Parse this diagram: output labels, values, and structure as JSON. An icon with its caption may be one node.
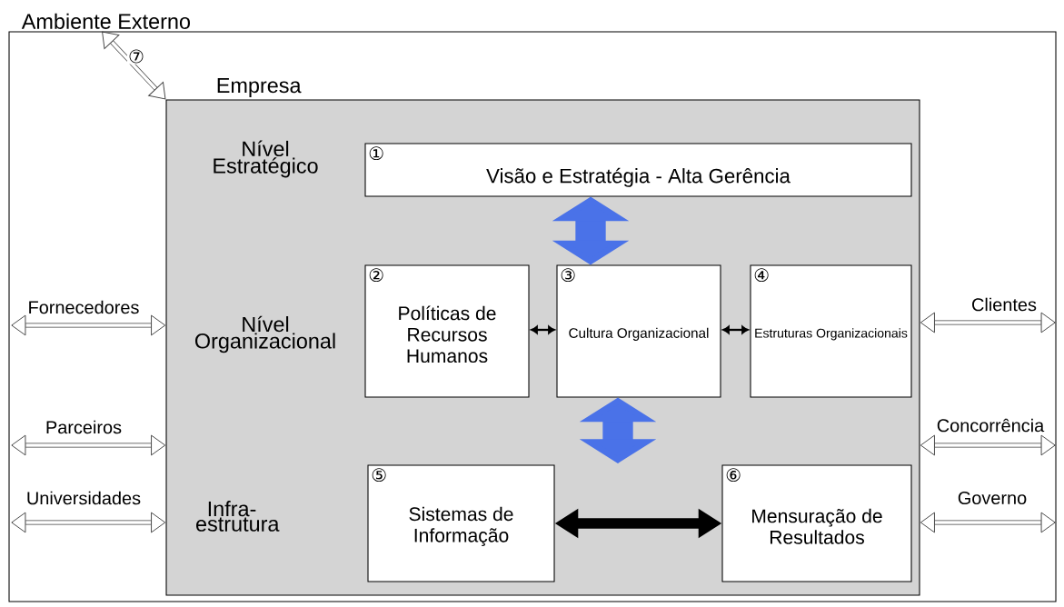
{
  "diagram": {
    "nodes": [
      {
        "text": [
          "Ambiente Externo"
        ]
      },
      {
        "text": [
          "Empresa"
        ],
        "in": 0
      },
      {
        "text": [
          "①",
          "Visão e Estratégia - Alta Gerência"
        ],
        "in": 1
      },
      {
        "text": [
          "②",
          "Políticas de Recursos Humanos"
        ],
        "in": 1
      },
      {
        "text": [
          "③",
          "Cultura Organizacional"
        ],
        "in": 1
      },
      {
        "text": [
          "④",
          "Estruturas Organizacionais"
        ],
        "in": 1
      },
      {
        "text": [
          "⑤",
          "Sistemas de Informação"
        ],
        "in": 1
      },
      {
        "text": [
          "⑥",
          "Mensuração de Resultados"
        ],
        "in": 1
      }
    ],
    "edges": [
      {
        "from": 0,
        "to": 1,
        "arrow": "both",
        "label": "⑦"
      },
      {
        "from": 2,
        "to": 4,
        "arrow": "both",
        "style": "thick",
        "color": "#4a72e8"
      },
      {
        "from": 4,
        "to": null,
        "arrow": "both",
        "style": "thick",
        "color": "#4a72e8"
      },
      {
        "from": 3,
        "to": 4,
        "arrow": "both",
        "color": "#000000"
      },
      {
        "from": 4,
        "to": 5,
        "arrow": "both",
        "color": "#000000"
      },
      {
        "from": 6,
        "to": 7,
        "arrow": "both",
        "style": "thick"
      },
      {
        "from": null,
        "to": 1,
        "arrow": "both",
        "label": "Fornecedores"
      },
      {
        "from": null,
        "to": 1,
        "arrow": "both",
        "label": "Parceiros"
      },
      {
        "from": null,
        "to": 1,
        "arrow": "both",
        "label": "Universidades"
      },
      {
        "from": 1,
        "to": null,
        "arrow": "both",
        "label": "Clientes"
      },
      {
        "from": 1,
        "to": null,
        "arrow": "both",
        "label": "Concorrência"
      },
      {
        "from": 1,
        "to": null,
        "arrow": "both",
        "label": "Governo"
      }
    ],
    "labels": [
      "Nível Estratégico",
      "Nível Organizacional",
      "Infra-estrutura"
    ]
  }
}
